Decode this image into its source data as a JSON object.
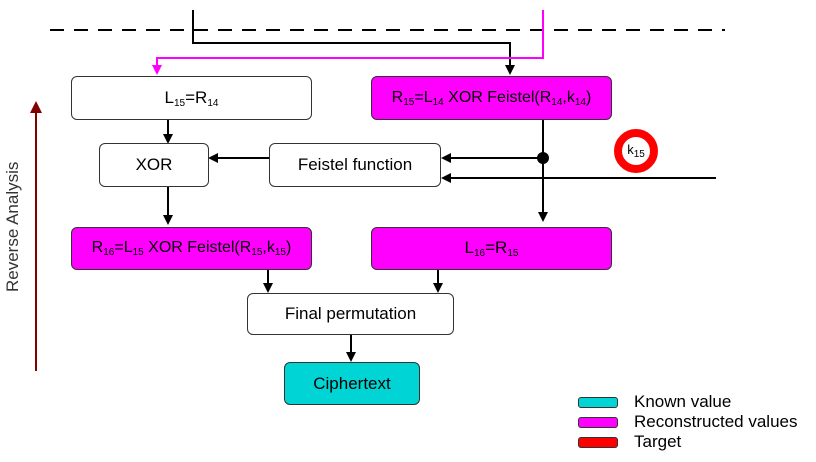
{
  "diagram": {
    "boxes": {
      "l15": {
        "label": "L",
        "sub1": "15",
        "mid": "=R",
        "sub2": "14"
      },
      "r15": {
        "label": "R",
        "sub1": "15",
        "mid": "=L",
        "sub2": "14",
        "tail": " XOR Feistel(R",
        "sub3": "14",
        "sep": ",k",
        "sub4": "14",
        "end": ")"
      },
      "xor": "XOR",
      "feistel": "Feistel function",
      "r16": {
        "label": "R",
        "sub1": "16",
        "mid": "=L",
        "sub2": "15",
        "tail": " XOR Feistel(R",
        "sub3": "15",
        "sep": ",k",
        "sub4": "15",
        "end": ")"
      },
      "l16": {
        "label": "L",
        "sub1": "16",
        "mid": "=R",
        "sub2": "15"
      },
      "final_permutation": "Final permutation",
      "ciphertext": "Ciphertext"
    },
    "target": {
      "label": "k",
      "sub": "15"
    },
    "side_label": "Reverse Analysis",
    "legend": [
      {
        "label": "Known value",
        "color": "#00d4d4"
      },
      {
        "label": "Reconstructed values",
        "color": "#ff00ff"
      },
      {
        "label": "Target",
        "color": "#ff0000"
      }
    ],
    "colors": {
      "reconstructed": "#ff00ff",
      "known": "#00d4d4",
      "target": "#ff0000",
      "arrow_reverse": "#800000"
    }
  }
}
